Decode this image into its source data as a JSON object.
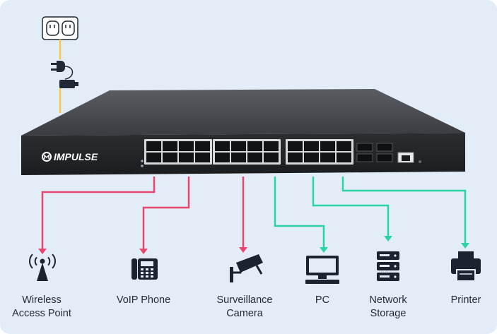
{
  "brand": "IMPULSE",
  "devices": [
    {
      "label_line1": "Wireless",
      "label_line2": "Access Point",
      "icon": "wireless-access-point-icon",
      "link": "poe"
    },
    {
      "label_line1": "VoIP Phone",
      "label_line2": "",
      "icon": "voip-phone-icon",
      "link": "poe"
    },
    {
      "label_line1": "Surveillance",
      "label_line2": "Camera",
      "icon": "surveillance-camera-icon",
      "link": "poe"
    },
    {
      "label_line1": "PC",
      "label_line2": "",
      "icon": "pc-icon",
      "link": "data"
    },
    {
      "label_line1": "Network",
      "label_line2": "Storage",
      "icon": "network-storage-icon",
      "link": "data"
    },
    {
      "label_line1": "Printer",
      "label_line2": "",
      "icon": "printer-icon",
      "link": "data"
    }
  ],
  "colors": {
    "poe_line": "#e8456f",
    "data_line": "#2bd4a4",
    "power_line": "#f4c84a",
    "switch_body": "#2b2d31",
    "icon": "#1a2430",
    "background": "#e3edf7"
  }
}
